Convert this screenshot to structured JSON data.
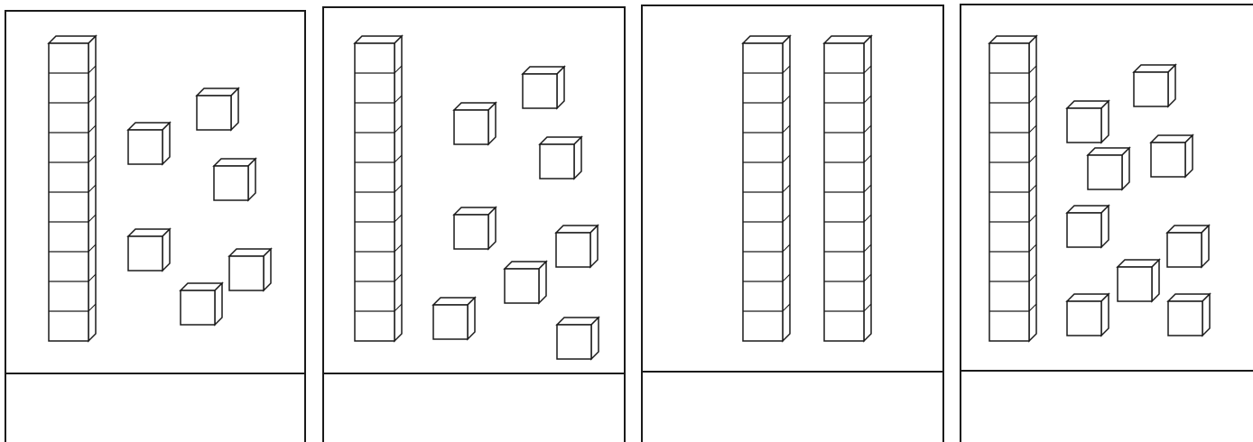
{
  "worksheet": {
    "title": "",
    "panels": [
      {
        "rods": 1,
        "units": 6,
        "answer": ""
      },
      {
        "rods": 1,
        "units": 8,
        "answer": ""
      },
      {
        "rods": 2,
        "units": 0,
        "answer": ""
      },
      {
        "rods": 1,
        "units": 9,
        "answer": ""
      }
    ]
  },
  "colors": {
    "line": "#1a1a1a",
    "background": "#ffffff",
    "cube_fill": "#ffffff"
  },
  "icons": {
    "rod": "ten-rod-icon",
    "unit": "unit-cube-icon"
  }
}
